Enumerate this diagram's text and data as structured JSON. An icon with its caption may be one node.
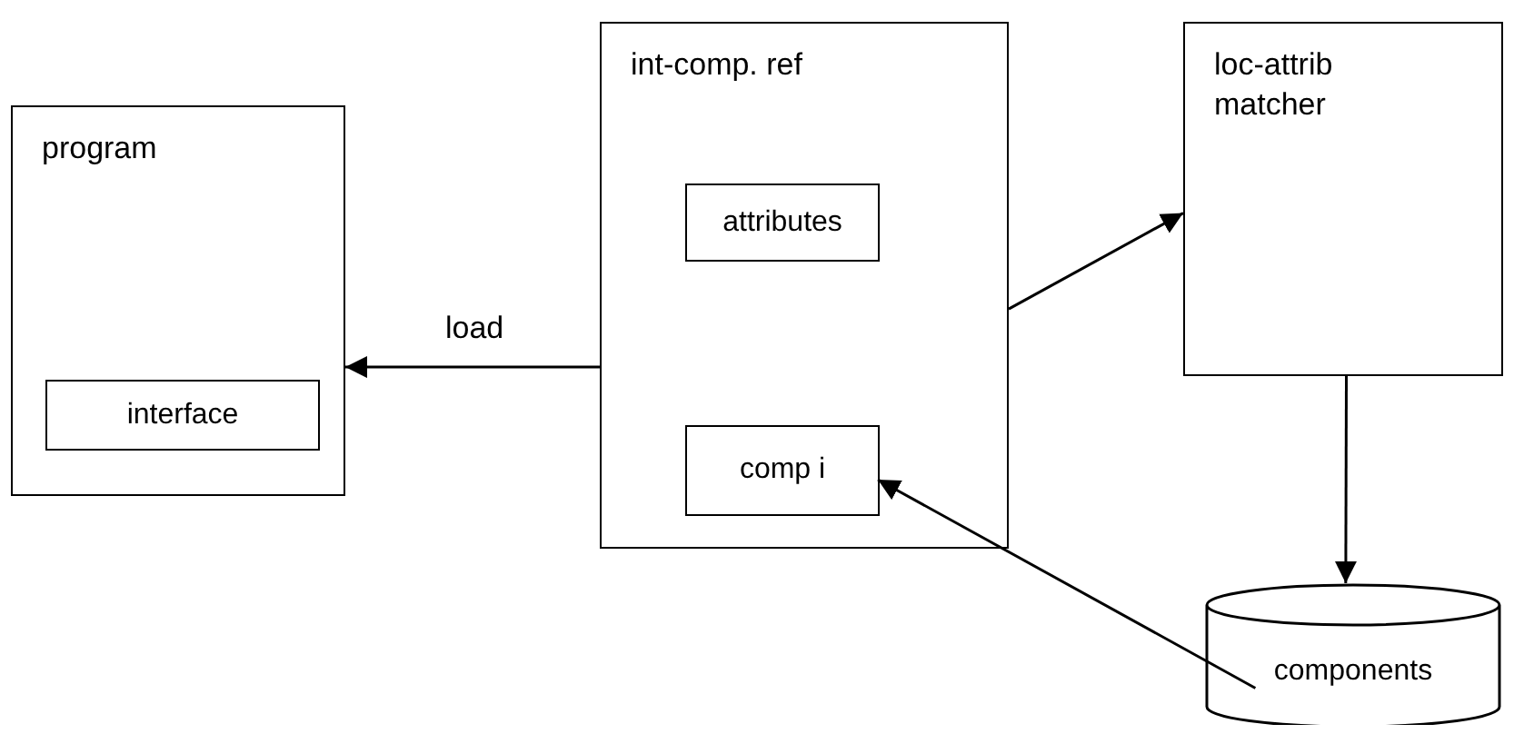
{
  "diagram": {
    "nodes": [
      {
        "text": [
          "program"
        ]
      },
      {
        "text": [
          "interface"
        ],
        "in": 0
      },
      {
        "text": [
          "int-comp. ref"
        ]
      },
      {
        "text": [
          "attributes"
        ],
        "in": 2
      },
      {
        "text": [
          "comp i"
        ],
        "in": 2
      },
      {
        "text": [
          "loc-attrib matcher"
        ]
      },
      {
        "text": [
          "components"
        ]
      }
    ],
    "edges": [
      {
        "from": 2,
        "to": 0,
        "arrow": "to",
        "label": "load"
      },
      {
        "from": 2,
        "to": 5,
        "arrow": "to"
      },
      {
        "from": 5,
        "to": 6,
        "arrow": "to"
      },
      {
        "from": 6,
        "to": 4,
        "arrow": "to"
      }
    ]
  }
}
